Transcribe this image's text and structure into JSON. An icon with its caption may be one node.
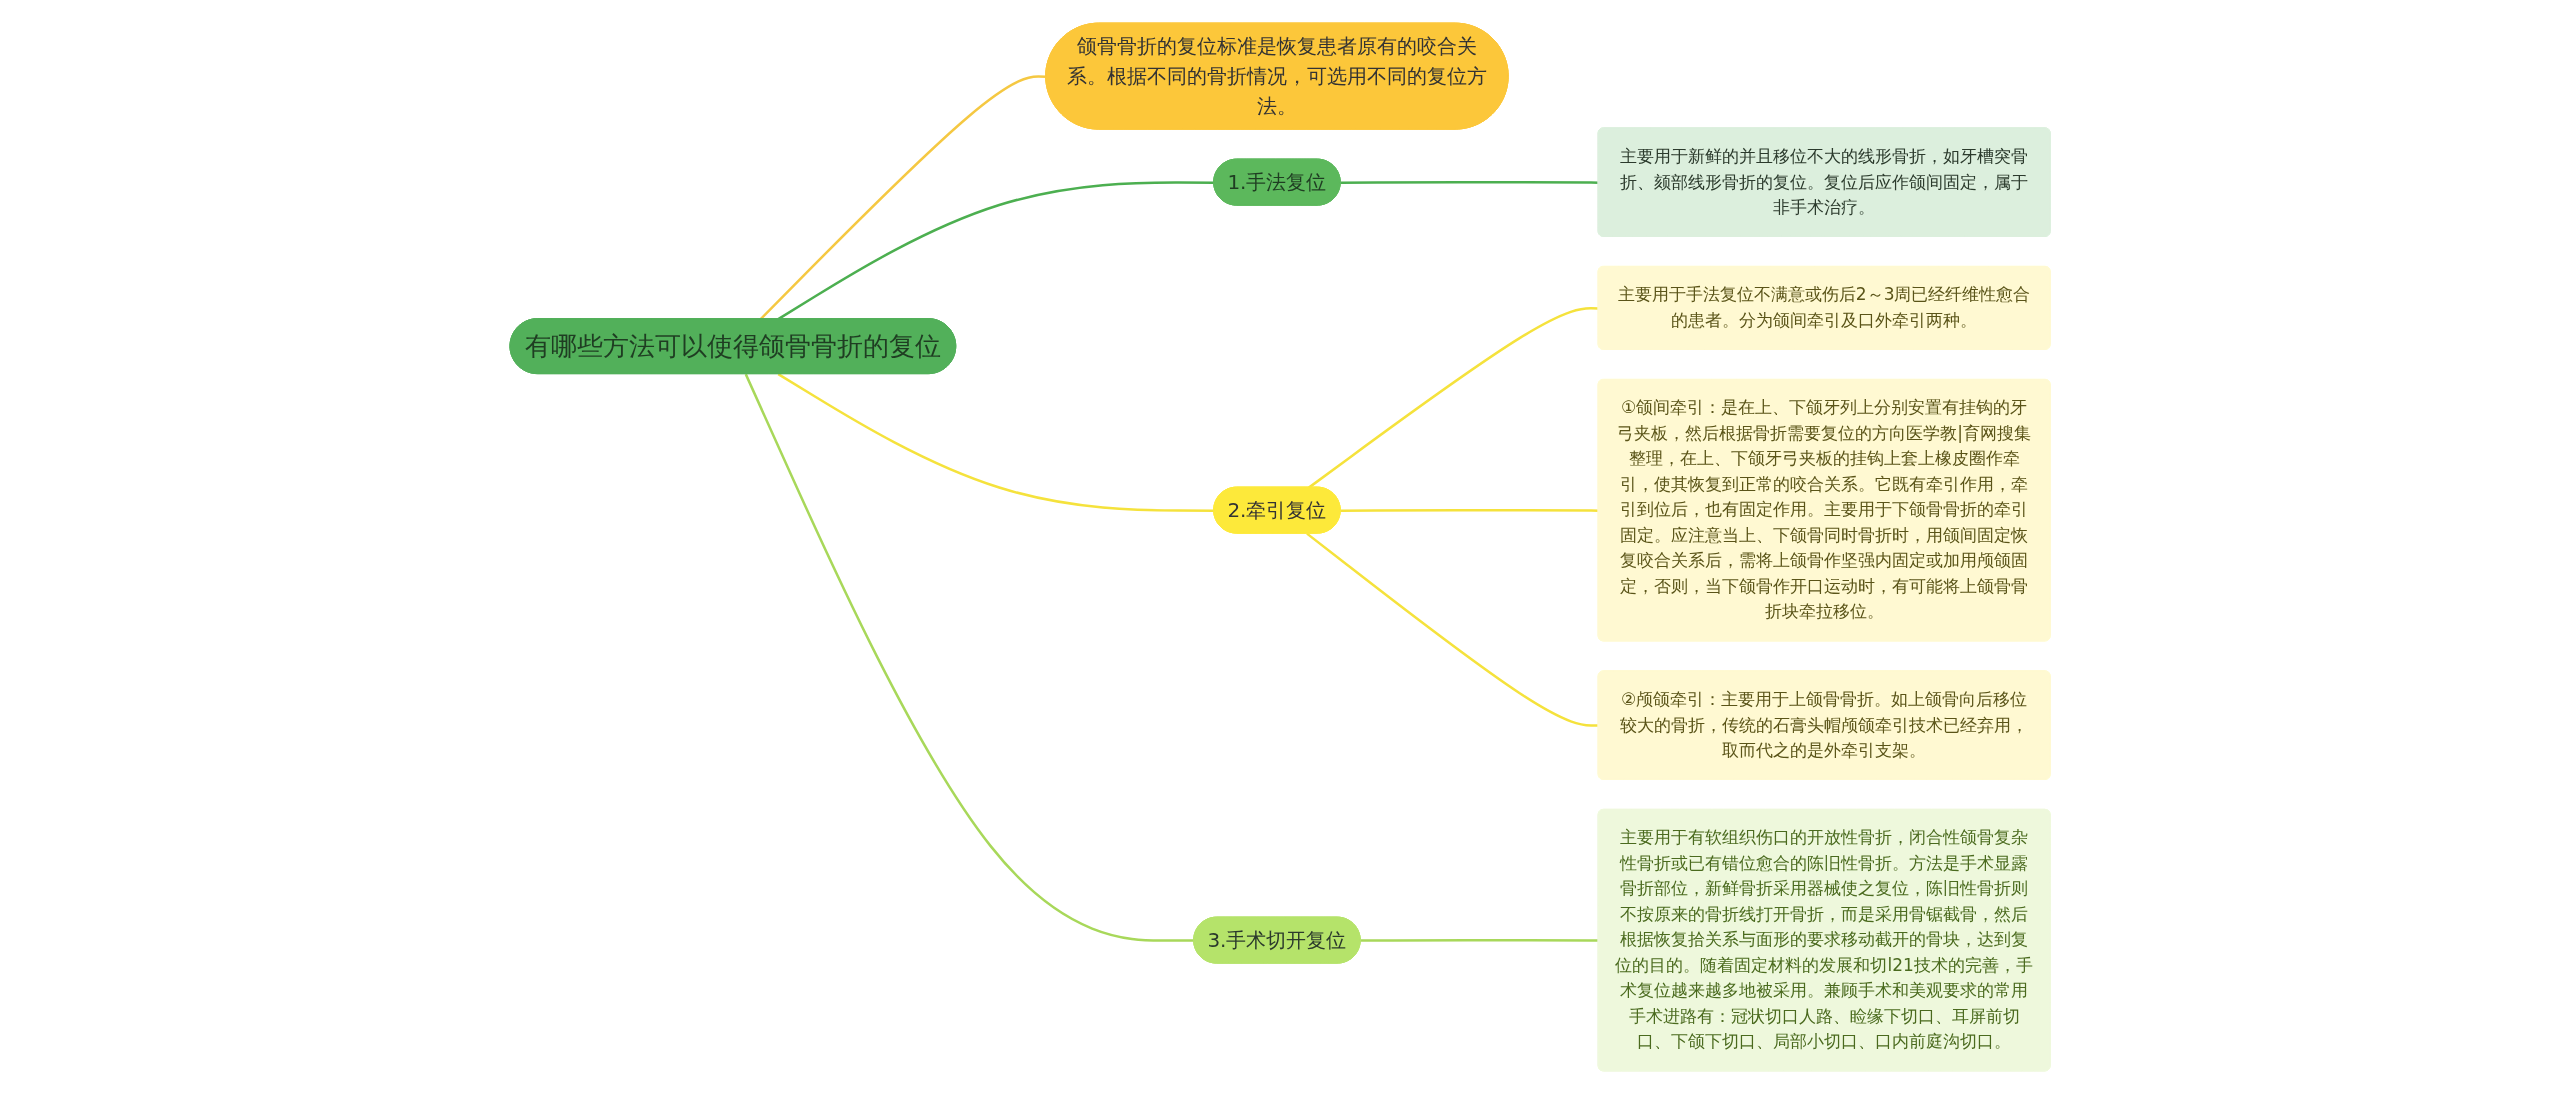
{
  "diagram": {
    "nodes": [
      {
        "text": [
          "有哪些方法可以使得颌骨骨折的复位"
        ]
      },
      {
        "text": [
          "颌骨骨折的复位标准是恢复患者原有的咬合关系。根据不同的骨折情况，可选用不同的复位方法。"
        ]
      },
      {
        "text": [
          "1.手法复位"
        ]
      },
      {
        "text": [
          "主要用于新鲜的并且移位不大的线形骨折，如牙槽突骨折、颏部线形骨折的复位。复位后应作颌间固定，属于非手术治疗。"
        ]
      },
      {
        "text": [
          "2.牵引复位"
        ]
      },
      {
        "text": [
          "主要用于手法复位不满意或伤后2～3周已经纤维性愈合的患者。分为颌间牵引及口外牵引两种。"
        ]
      },
      {
        "text": [
          "①颌间牵引：是在上、下颌牙列上分别安置有挂钩的牙弓夹板，然后根据骨折需要复位的方向医学教|育网搜集整理，在上、下颌牙弓夹板的挂钩上套上橡皮圈作牵引，使其恢复到正常的咬合关系。它既有牵引作用，牵引到位后，也有固定作用。主要用于下颌骨骨折的牵引固定。应注意当上、下颌骨同时骨折时，用颌间固定恢复咬合关系后，需将上颌骨作坚强内固定或加用颅颌固定，否则，当下颌骨作开口运动时，有可能将上颌骨骨折块牵拉移位。"
        ]
      },
      {
        "text": [
          "②颅颌牵引：主要用于上颌骨骨折。如上颌骨向后移位较大的骨折，传统的石膏头帽颅颌牵引技术已经弃用，取而代之的是外牵引支架。"
        ]
      },
      {
        "text": [
          "3.手术切开复位"
        ]
      },
      {
        "text": [
          "主要用于有软组织伤口的开放性骨折，闭合性颌骨复杂性骨折或已有错位愈合的陈旧性骨折。方法是手术显露骨折部位，新鲜骨折采用器械使之复位，陈旧性骨折则不按原来的骨折线打开骨折，而是采用骨锯截骨，然后根据恢复拾关系与面形的要求移动截开的骨块，达到复位的目的。随着固定材料的发展和切l21技术的完善，手术复位越来越多地被采用。兼顾手术和美观要求的常用手术进路有：冠状切口人路、睑缘下切口、耳屏前切口、下颌下切口、局部小切口、口内前庭沟切口。"
        ]
      }
    ],
    "edges": [
      {
        "from": 0,
        "to": 1,
        "arrow": "none",
        "color": "#f5c842"
      },
      {
        "from": 0,
        "to": 2,
        "arrow": "none",
        "color": "#4caf50"
      },
      {
        "from": 2,
        "to": 3,
        "arrow": "none",
        "color": "#4caf50"
      },
      {
        "from": 0,
        "to": 4,
        "arrow": "none",
        "color": "#f5e23c"
      },
      {
        "from": 4,
        "to": 5,
        "arrow": "none",
        "color": "#f5e23c"
      },
      {
        "from": 4,
        "to": 6,
        "arrow": "none",
        "color": "#f5e23c"
      },
      {
        "from": 4,
        "to": 7,
        "arrow": "none",
        "color": "#f5e23c"
      },
      {
        "from": 0,
        "to": 8,
        "arrow": "none",
        "color": "#a8d85a"
      },
      {
        "from": 8,
        "to": 9,
        "arrow": "none",
        "color": "#a8d85a"
      }
    ]
  }
}
